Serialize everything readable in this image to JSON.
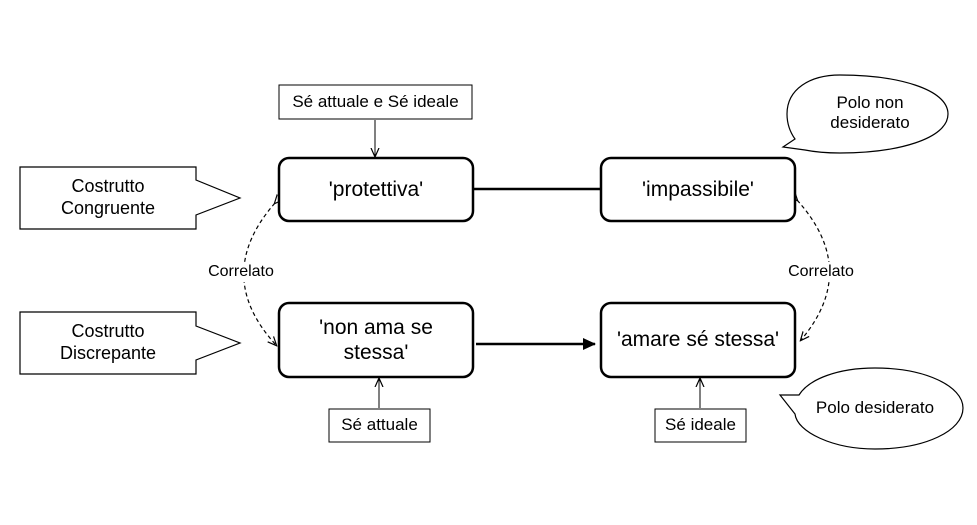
{
  "nodes": {
    "protettiva": "'protettiva'",
    "impassibile": "'impassibile'",
    "non_ama_se_stessa": "'non ama se stessa'",
    "amare_se_stessa": "'amare sé stessa'"
  },
  "labels": {
    "se_attuale_e_ideale": "Sé attuale e Sé ideale",
    "se_attuale": "Sé attuale",
    "se_ideale": "Sé ideale",
    "correlato_left": "Correlato",
    "correlato_right": "Correlato"
  },
  "side_arrows": {
    "congruente": "Costrutto Congruente",
    "discrepante": "Costrutto Discrepante"
  },
  "bubbles": {
    "non_desiderato": "Polo non desiderato",
    "desiderato": "Polo desiderato"
  },
  "colors": {
    "stroke": "#000000",
    "fill": "#ffffff"
  }
}
